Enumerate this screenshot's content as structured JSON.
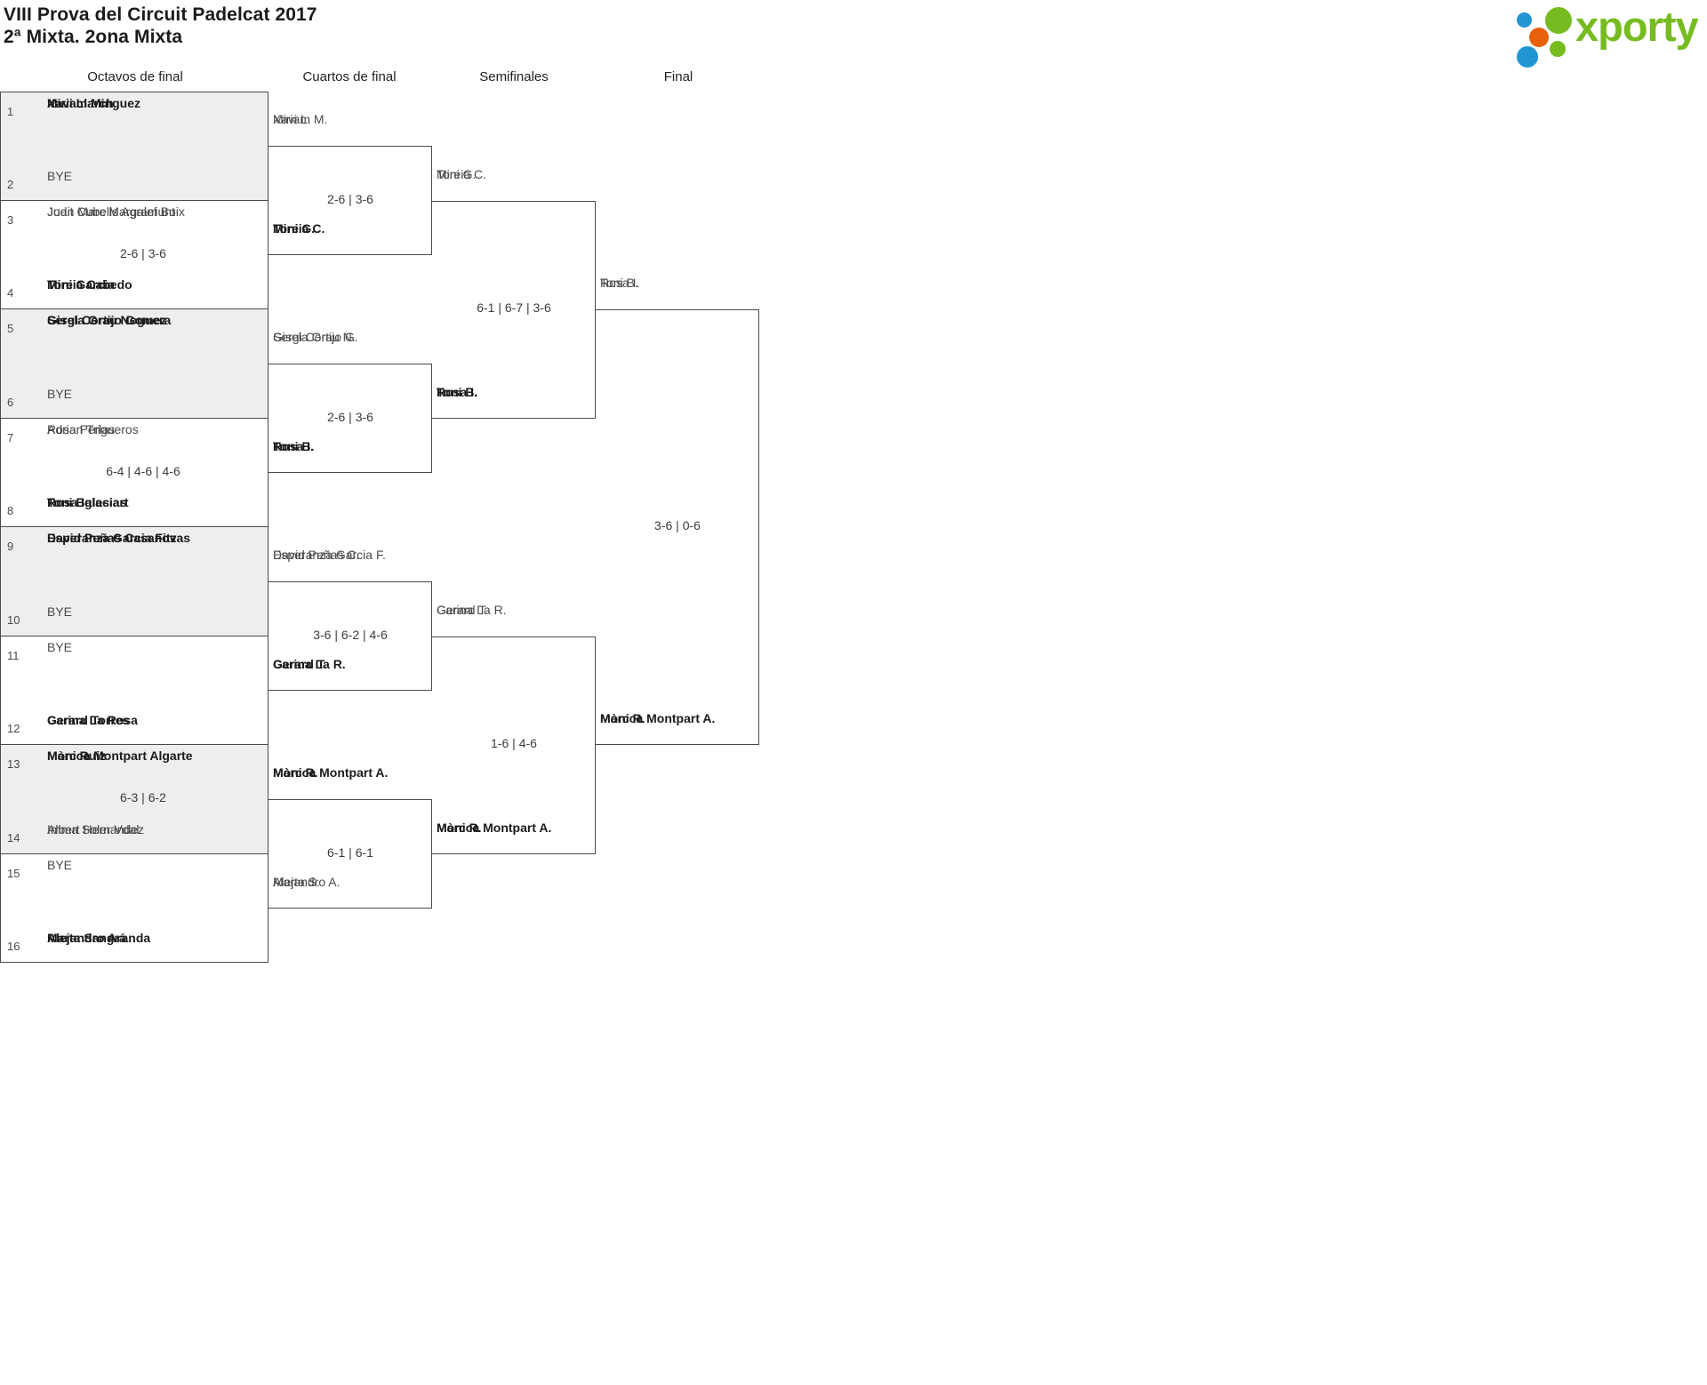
{
  "header": {
    "title_line1": "VIII Prova del Circuit Padelcat 2017",
    "title_line2": "2ª Mixta. 2ona Mixta",
    "logo_text": "xporty",
    "logo_colors": {
      "green": "#76bc21",
      "blue": "#2196d3",
      "orange": "#e8610a"
    }
  },
  "rounds": [
    {
      "label": "Octavos de final"
    },
    {
      "label": "Cuartos de final"
    },
    {
      "label": "Semifinales"
    },
    {
      "label": "Final"
    }
  ],
  "bracket": {
    "round1": {
      "seeds": [
        {
          "num": "1",
          "line1": "Miriam Minguez",
          "line2": "Xavi Llarch",
          "bye": false,
          "winner": true
        },
        {
          "num": "2",
          "line1": "BYE",
          "line2": "",
          "bye": true,
          "winner": false
        },
        {
          "num": "3",
          "line1": "Judit Cubells Agramunt",
          "line2": "Joan Marc Margalef Boix",
          "bye": false,
          "winner": false
        },
        {
          "num": "4",
          "line1": "Toni Garcia",
          "line2": "Mireia Cabedo",
          "bye": false,
          "winner": true
        },
        {
          "num": "5",
          "line1": "Sergi Cortijo Gomez",
          "line2": "Gisela Grau Noguera",
          "bye": false,
          "winner": true
        },
        {
          "num": "6",
          "line1": "BYE",
          "line2": "",
          "bye": true,
          "winner": false
        },
        {
          "num": "7",
          "line1": "Adrian Trigueros",
          "line2": "Rosa Perlas",
          "bye": false,
          "winner": false
        },
        {
          "num": "8",
          "line1": "Toni Balaciart",
          "line2": "Rosa Iglesias",
          "bye": false,
          "winner": true
        },
        {
          "num": "9",
          "line1": "David Peñas Casanovas",
          "line2": "Esperanza Garcia Fitz",
          "bye": false,
          "winner": true
        },
        {
          "num": "10",
          "line1": "BYE",
          "line2": "",
          "bye": true,
          "winner": false
        },
        {
          "num": "11",
          "line1": "BYE",
          "line2": "",
          "bye": true,
          "winner": false
        },
        {
          "num": "12",
          "line1": "Gerard Torres",
          "line2": "Carina La Rosa",
          "bye": false,
          "winner": true
        },
        {
          "num": "13",
          "line1": "Marc Ruiz",
          "line2": "Mònica Montpart Algarte",
          "bye": false,
          "winner": true
        },
        {
          "num": "14",
          "line1": "Albert Hernandez",
          "line2": "Imma Soler Vdal",
          "bye": false,
          "winner": false
        },
        {
          "num": "15",
          "line1": "BYE",
          "line2": "",
          "bye": true,
          "winner": false
        },
        {
          "num": "16",
          "line1": "Marta Sangrá",
          "line2": "Alejandro Aranda",
          "bye": false,
          "winner": true
        }
      ],
      "scores": [
        "",
        "2-6 | 3-6",
        "",
        "6-4 | 4-6 | 4-6",
        "",
        "",
        "6-3 | 6-2",
        ""
      ]
    },
    "round2": {
      "matches": [
        {
          "top": {
            "line1": "Miriam M.",
            "line2": "Xavi L.",
            "winner": false
          },
          "bottom": {
            "line1": "Toni G.",
            "line2": "Mireia C.",
            "winner": true
          },
          "score": "2-6 | 3-6"
        },
        {
          "top": {
            "line1": "Sergi Cortijo G.",
            "line2": "Gisela Grau N.",
            "winner": false
          },
          "bottom": {
            "line1": "Toni B.",
            "line2": "Rosa I.",
            "winner": true
          },
          "score": "2-6 | 3-6"
        },
        {
          "top": {
            "line1": "David Peñas C.",
            "line2": "Esperanza Garcia F.",
            "winner": false
          },
          "bottom": {
            "line1": "Gerard T.",
            "line2": "Carina La R.",
            "winner": true
          },
          "score": "3-6 | 6-2 | 4-6"
        },
        {
          "top": {
            "line1": "Marc R.",
            "line2": "Mònica Montpart A.",
            "winner": true
          },
          "bottom": {
            "line1": "Marta S.",
            "line2": "Alejandro A.",
            "winner": false
          },
          "score": "6-1 | 6-1"
        }
      ]
    },
    "round3": {
      "matches": [
        {
          "top": {
            "line1": "Toni G.",
            "line2": "Mireia C.",
            "winner": false
          },
          "bottom": {
            "line1": "Toni B.",
            "line2": "Rosa I.",
            "winner": true
          },
          "score": "6-1 | 6-7 | 3-6"
        },
        {
          "top": {
            "line1": "Gerard T.",
            "line2": "Carina La R.",
            "winner": false
          },
          "bottom": {
            "line1": "Marc R.",
            "line2": "Mònica Montpart A.",
            "winner": true
          },
          "score": "1-6 | 4-6"
        }
      ]
    },
    "round4": {
      "matches": [
        {
          "top": {
            "line1": "Toni B.",
            "line2": "Rosa I.",
            "winner": false
          },
          "bottom": {
            "line1": "Marc R.",
            "line2": "Mònica Montpart A.",
            "winner": true
          },
          "score": "3-6 | 0-6"
        }
      ]
    }
  }
}
